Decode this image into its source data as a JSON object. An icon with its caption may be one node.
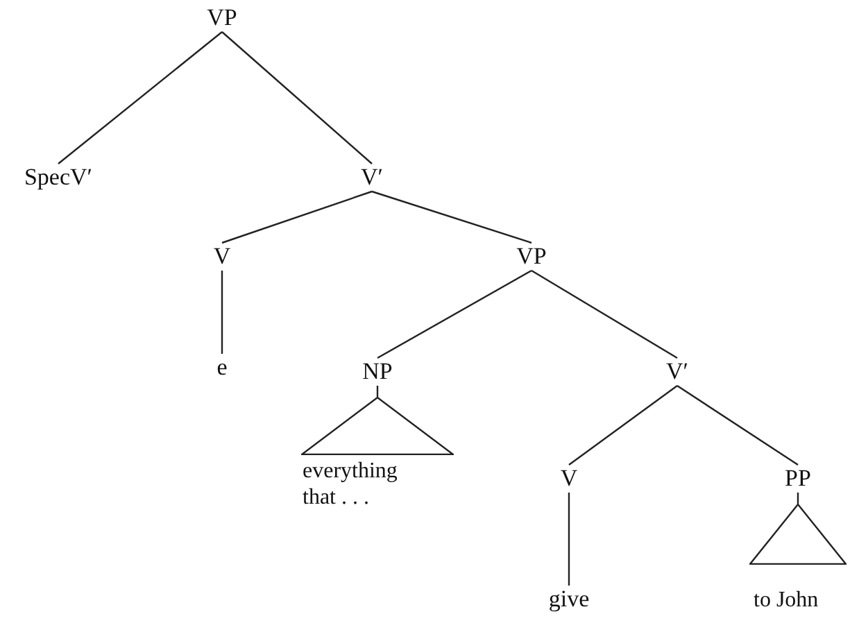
{
  "diagram": {
    "nodes": [
      {
        "text": [
          "VP"
        ]
      },
      {
        "text": [
          "SpecV′"
        ]
      },
      {
        "text": [
          "V′"
        ]
      },
      {
        "text": [
          "V"
        ]
      },
      {
        "text": [
          "e"
        ]
      },
      {
        "text": [
          "VP"
        ]
      },
      {
        "text": [
          "NP"
        ]
      },
      {
        "text": [],
        "shape": "triangle",
        "beside": [
          "everything that . . ."
        ]
      },
      {
        "text": [
          "V′"
        ]
      },
      {
        "text": [
          "V"
        ]
      },
      {
        "text": [
          "PP"
        ]
      },
      {
        "text": [
          "give"
        ]
      },
      {
        "text": [],
        "shape": "triangle",
        "beside": [
          "to John"
        ]
      }
    ],
    "edges": [
      {
        "from": 0,
        "to": 1,
        "arrow": "none"
      },
      {
        "from": 0,
        "to": 2,
        "arrow": "none"
      },
      {
        "from": 2,
        "to": 3,
        "arrow": "none"
      },
      {
        "from": 2,
        "to": 5,
        "arrow": "none"
      },
      {
        "from": 3,
        "to": 4,
        "arrow": "none"
      },
      {
        "from": 5,
        "to": 6,
        "arrow": "none"
      },
      {
        "from": 5,
        "to": 8,
        "arrow": "none"
      },
      {
        "from": 6,
        "to": 7,
        "arrow": "none"
      },
      {
        "from": 8,
        "to": 9,
        "arrow": "none"
      },
      {
        "from": 8,
        "to": 10,
        "arrow": "none"
      },
      {
        "from": 9,
        "to": 11,
        "arrow": "none"
      },
      {
        "from": 10,
        "to": 12,
        "arrow": "none"
      }
    ]
  }
}
